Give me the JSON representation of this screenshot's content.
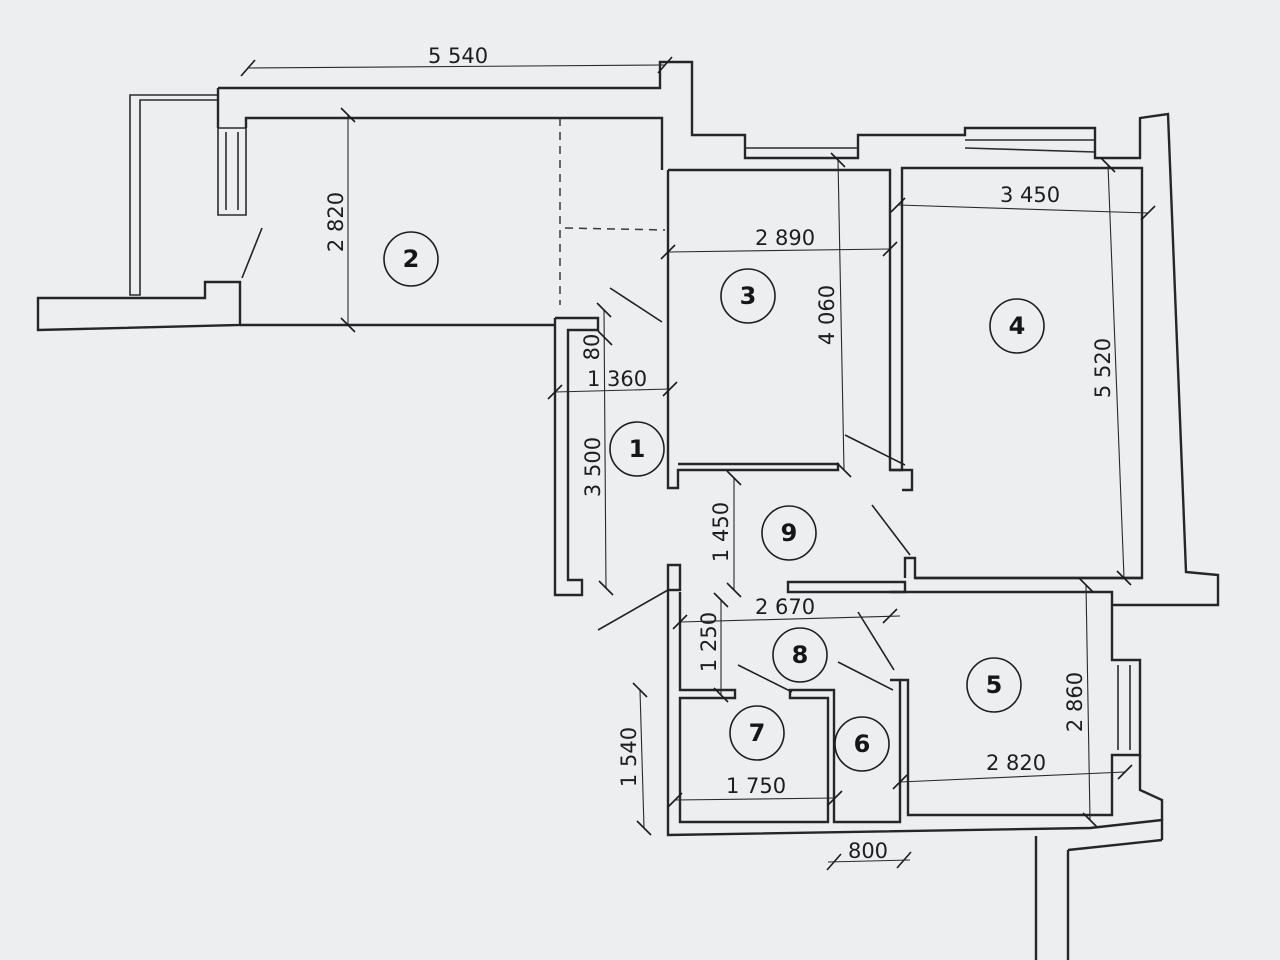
{
  "plan": {
    "rooms": [
      {
        "number": "1"
      },
      {
        "number": "2"
      },
      {
        "number": "3"
      },
      {
        "number": "4"
      },
      {
        "number": "5"
      },
      {
        "number": "6"
      },
      {
        "number": "7"
      },
      {
        "number": "8"
      },
      {
        "number": "9"
      }
    ],
    "dimensions": [
      {
        "label": "5 540"
      },
      {
        "label": "2 820"
      },
      {
        "label": "3 450"
      },
      {
        "label": "2 890"
      },
      {
        "label": "4 060"
      },
      {
        "label": "5 520"
      },
      {
        "label": "80"
      },
      {
        "label": "1 360"
      },
      {
        "label": "3 500"
      },
      {
        "label": "1 450"
      },
      {
        "label": "2 670"
      },
      {
        "label": "1 250"
      },
      {
        "label": "2 860"
      },
      {
        "label": "2 820"
      },
      {
        "label": "1 540"
      },
      {
        "label": "1 750"
      },
      {
        "label": "800"
      }
    ]
  }
}
